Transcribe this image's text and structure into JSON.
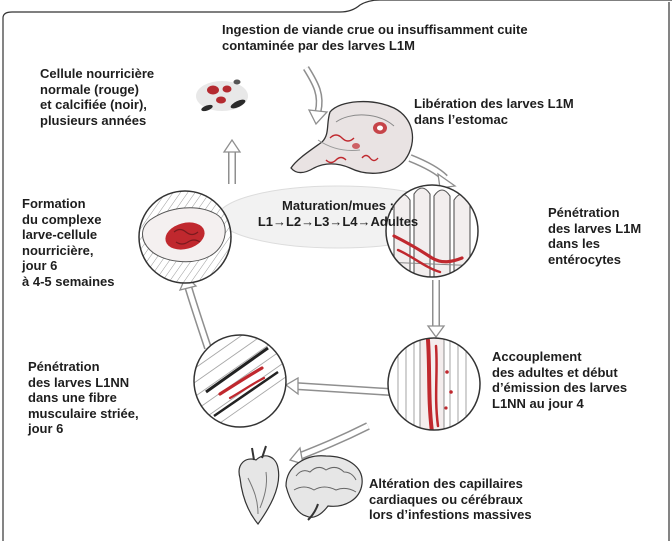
{
  "labels": {
    "ingestion": "Ingestion de viande crue ou insuffisamment cuite\ncontaminée par des larves L1M",
    "stomach": "Libération des larves L1M\ndans l’estomac",
    "nurse_cell": "Cellule nourricière\nnormale (rouge)\net calcifiée (noir),\nplusieurs années",
    "maturation": "Maturation/mues :\nL1→L2→L3→L4→Adultes",
    "penetration_enterocytes": "Pénétration\ndes larves L1M\ndans les\nentérocytes",
    "complex_formation": "Formation\ndu complexe\nlarve-cellule\nnourricière,\njour 6\nà 4-5 semaines",
    "mating": "Accouplement\ndes adultes et début\nd’émission des larves\nL1NN au jour 4",
    "muscle_penetration": "Pénétration\ndes larves L1NN\ndans une fibre\nmusculaire striée,\njour 6",
    "capillaries": "Altération des capillaires\ncardiaques ou cérébraux\nlors d’infestions massives"
  },
  "colors": {
    "larva_red": "#c0282e",
    "outline": "#333333",
    "arrow_stroke": "#8f8f8f",
    "arrow_fill": "#ffffff",
    "oval_fill": "#f2f2f2"
  }
}
